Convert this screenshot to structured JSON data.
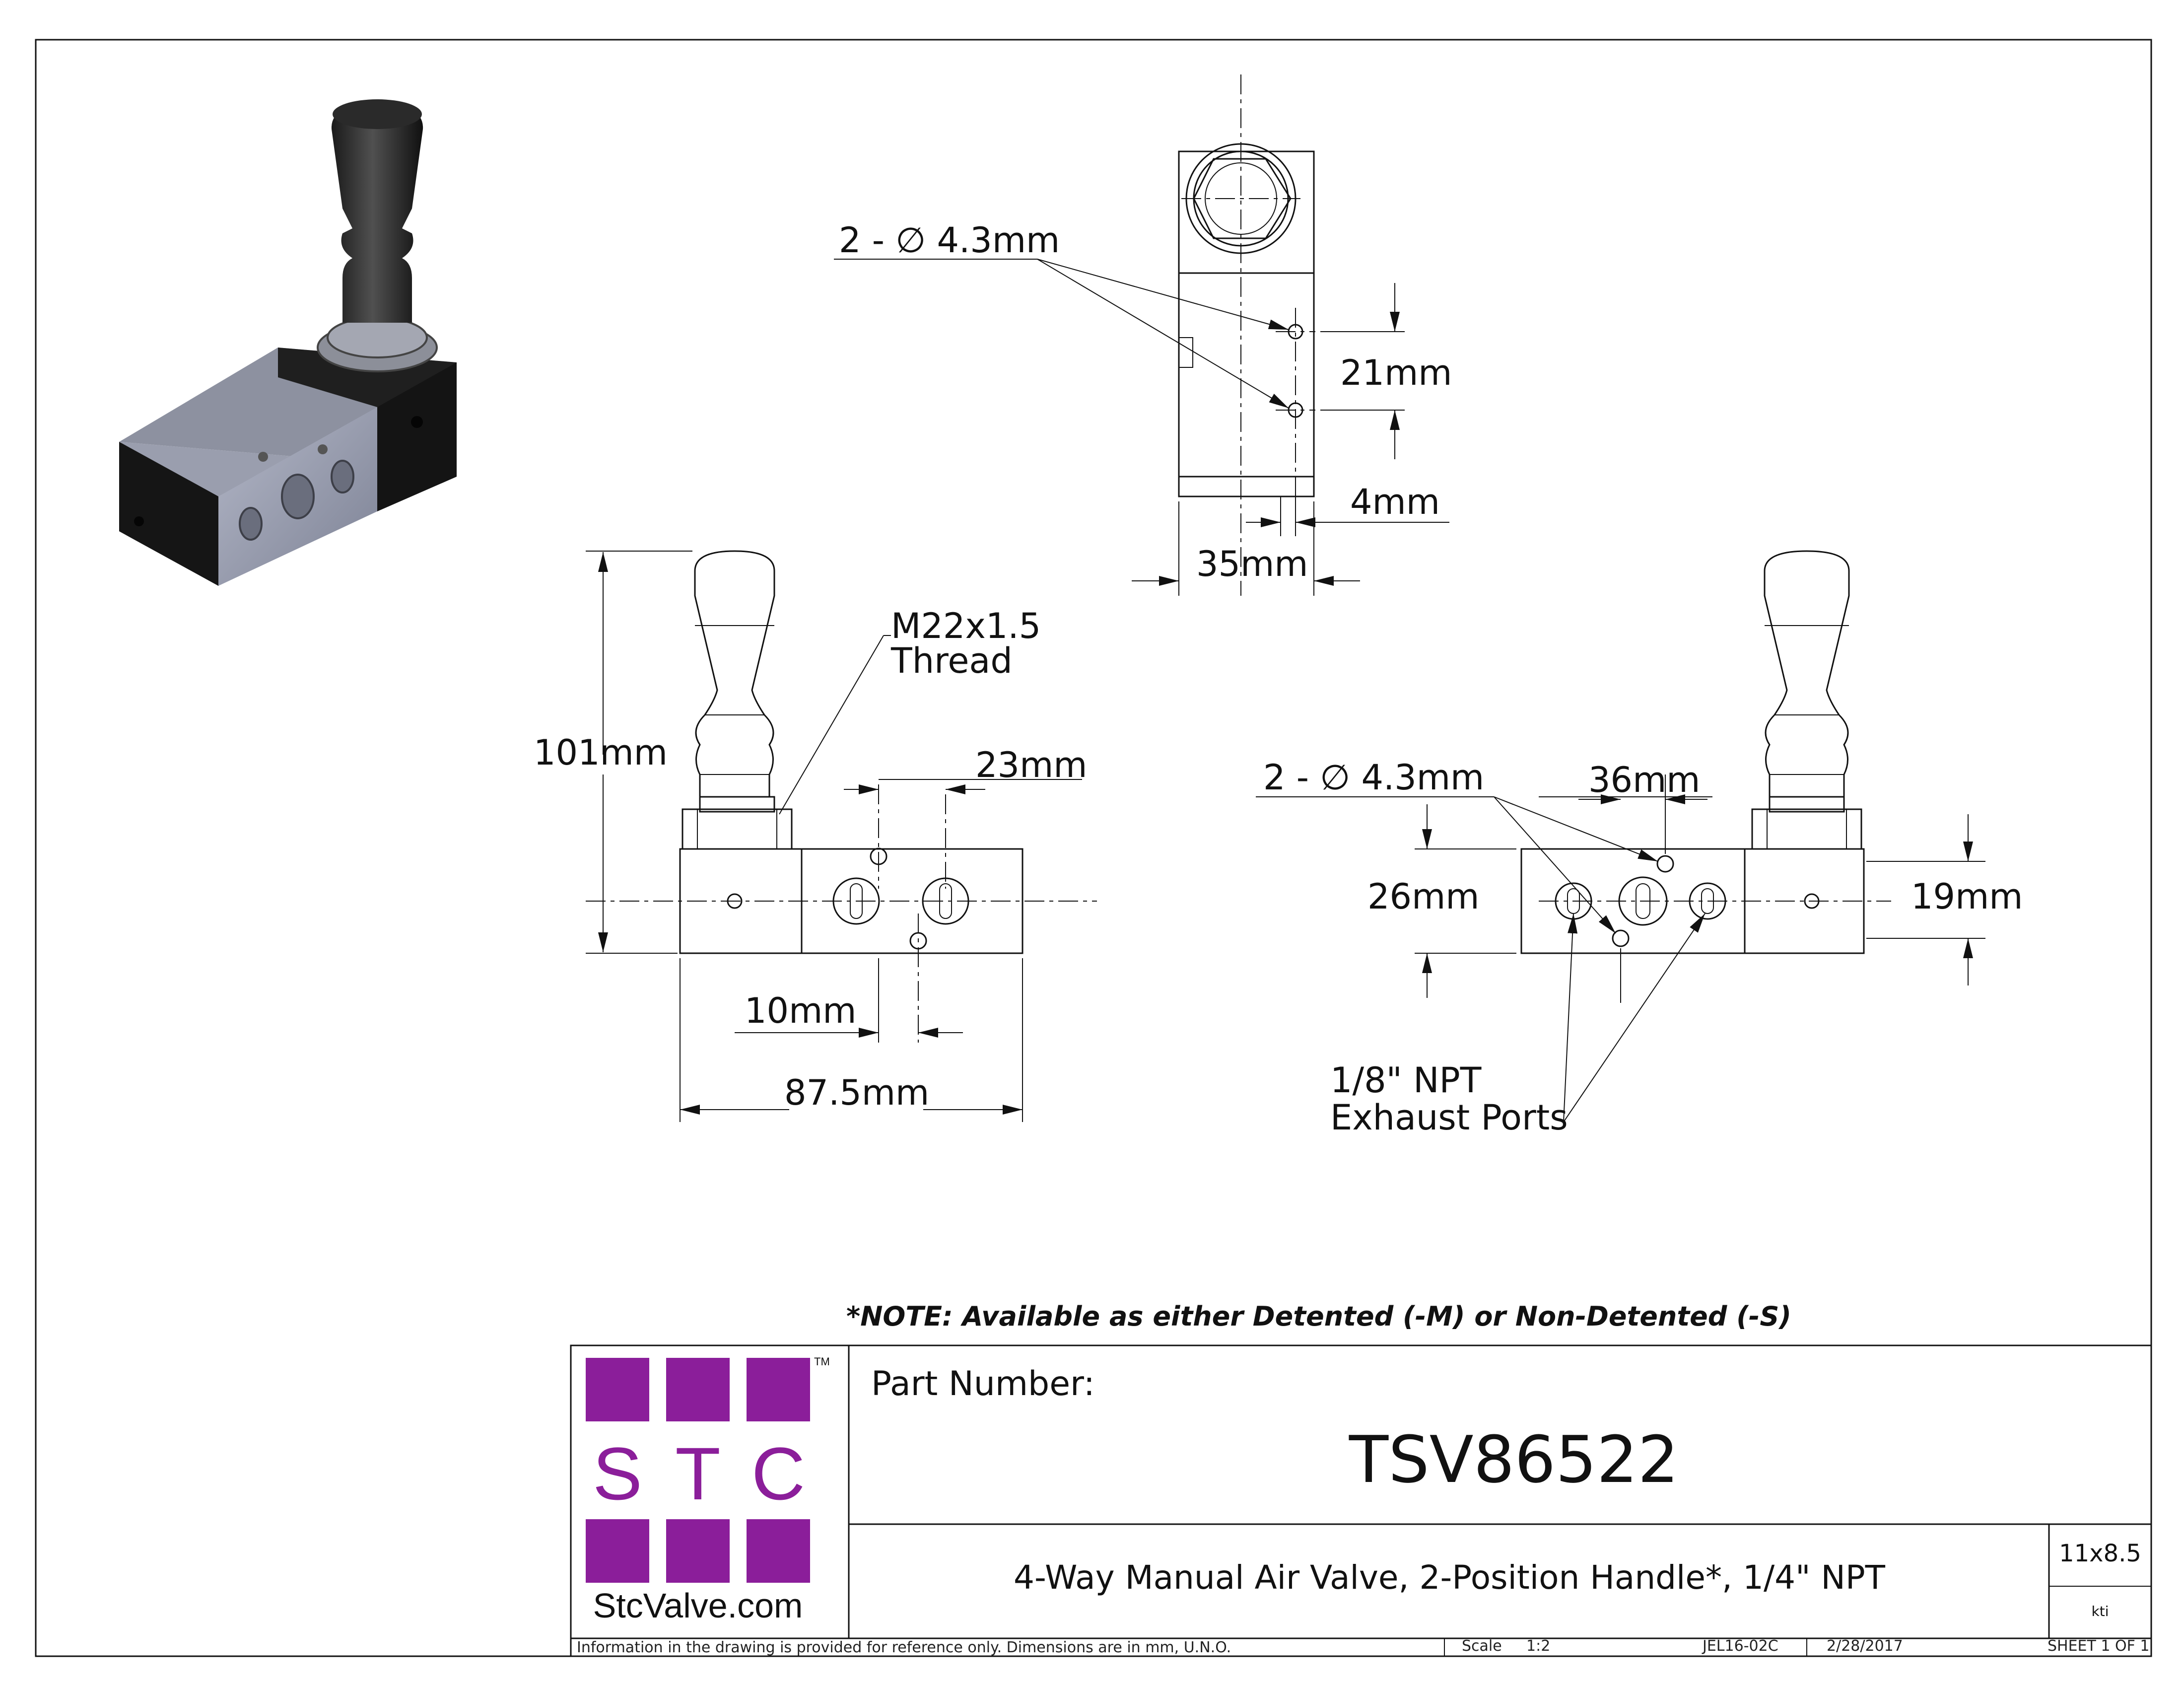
{
  "drawing": {
    "note": "*NOTE: Available as either Detented (-M) or Non-Detented (-S)",
    "dimensions": {
      "top_holes": "2 - ∅ 4.3mm",
      "top_hole_spacing": "21mm",
      "top_offset": "4mm",
      "top_width": "35mm",
      "thread_line1": "M22x1.5",
      "thread_line2": "Thread",
      "front_height": "101mm",
      "front_port_spacing": "23mm",
      "front_hole_offset": "10mm",
      "front_length": "87.5mm",
      "side_holes": "2 - ∅ 4.3mm",
      "side_hole_spacing": "36mm",
      "side_height_left": "26mm",
      "side_height_right": "19mm",
      "exhaust_line1": "1/8\" NPT",
      "exhaust_line2": "Exhaust Ports"
    }
  },
  "title_block": {
    "logo_letters": [
      "S",
      "T",
      "C"
    ],
    "logo_tm": "TM",
    "logo_site": "StcValve.com",
    "logo_color": "#8b1e9a",
    "part_number_label": "Part Number:",
    "part_number": "TSV86522",
    "description": "4-Way Manual Air Valve, 2-Position Handle*, 1/4\" NPT",
    "size": "11x8.5",
    "drawn_by": "kti",
    "disclaimer": "Information in the drawing is provided for reference only. Dimensions are in mm, U.N.O.",
    "scale_label": "Scale",
    "scale": "1:2",
    "drawing_no": "JEL16-02C",
    "date": "2/28/2017",
    "sheet": "SHEET 1 OF 1"
  }
}
